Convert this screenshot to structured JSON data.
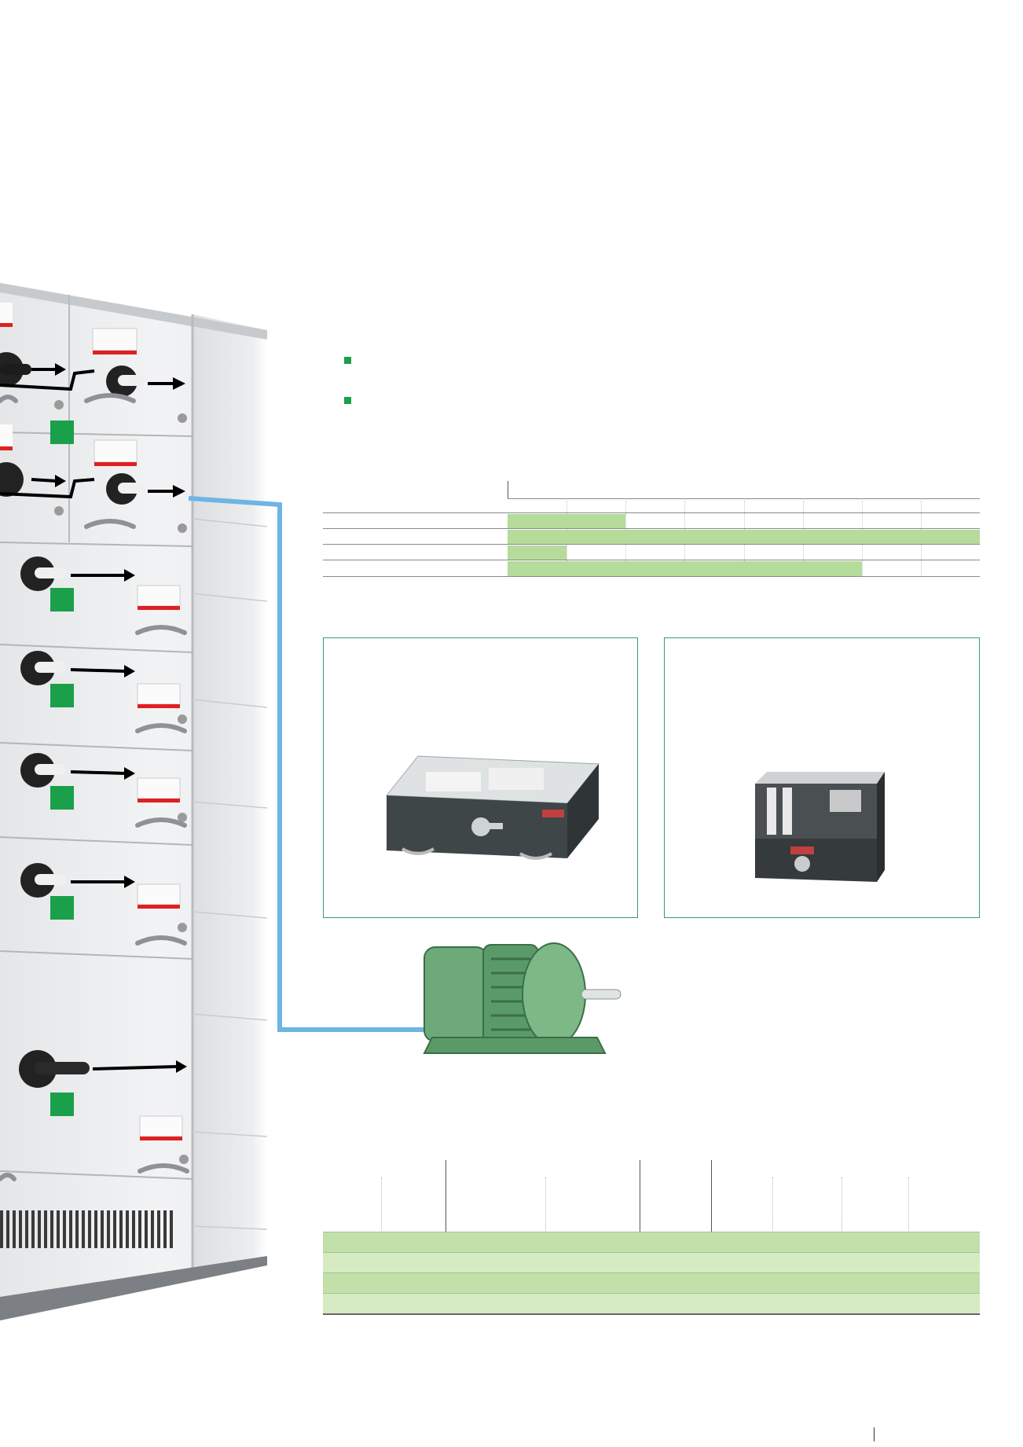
{
  "colors": {
    "brand_green": "#1aa04a",
    "table_fill_green": "#b5dc9a",
    "table_band_light": "#d6ebc4",
    "table_band_dark": "#c3e0ab",
    "frame_green": "#3a9a70",
    "cable_blue": "#6db5e3",
    "handle_red": "#e02020"
  },
  "icons": {
    "bullet": "green-square-bullet",
    "cabinet": "switchgear-cabinet-illustration",
    "drawer_small": "withdrawable-drawer-unit",
    "drawer_large": "withdrawable-module-unit",
    "motor": "electric-motor-illustration"
  },
  "range_chart": {
    "rows": [
      {
        "start_fraction": 0.0,
        "end_fraction": 0.25
      },
      {
        "start_fraction": 0.0,
        "end_fraction": 1.0
      },
      {
        "start_fraction": 0.0,
        "end_fraction": 0.125
      },
      {
        "start_fraction": 0.0,
        "end_fraction": 0.75
      }
    ]
  }
}
